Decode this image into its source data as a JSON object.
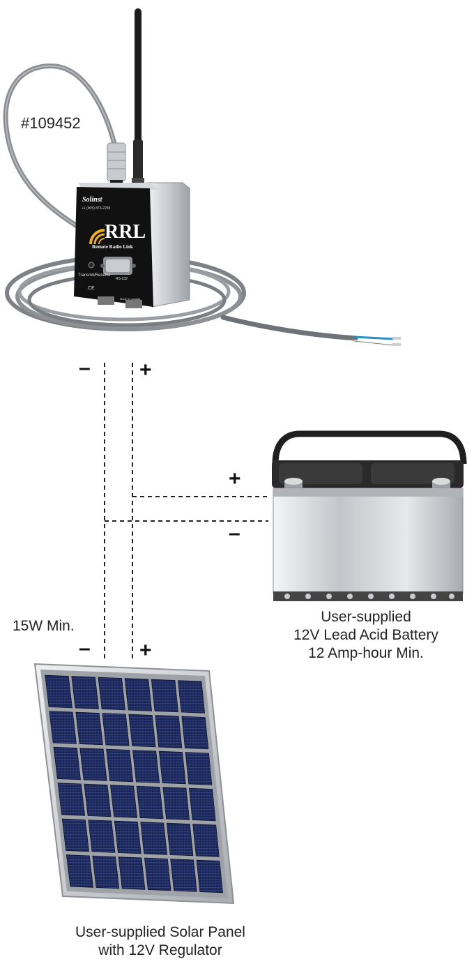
{
  "device": {
    "part_number": "#109452",
    "brand": "Solinst",
    "phone": "+1 (905) 873-2255",
    "model": "RRL",
    "model_full": "Remote Radio Link",
    "led_label": "Transmit/Receive",
    "port_label": "RS-232",
    "ce_mark": "CE",
    "origin": "Made in Canada"
  },
  "device_terminals": {
    "negative": "–",
    "positive": "+"
  },
  "battery": {
    "line1": "User-supplied",
    "line2": "12V Lead Acid Battery",
    "line3": "12 Amp-hour Min.",
    "positive": "+",
    "negative": "–"
  },
  "solar_panel": {
    "rating": "15W Min.",
    "line1": "User-supplied Solar Panel",
    "line2": "with 12V Regulator",
    "negative": "–",
    "positive": "+"
  },
  "colors": {
    "device_body": "#111111",
    "device_case": "#d4d7da",
    "cable": "#8a8e92",
    "panel_cell": "#1f2a55",
    "panel_frame": "#c8cbce",
    "battery_case": "#d9dcdf",
    "battery_lid": "#2a2a2a"
  }
}
